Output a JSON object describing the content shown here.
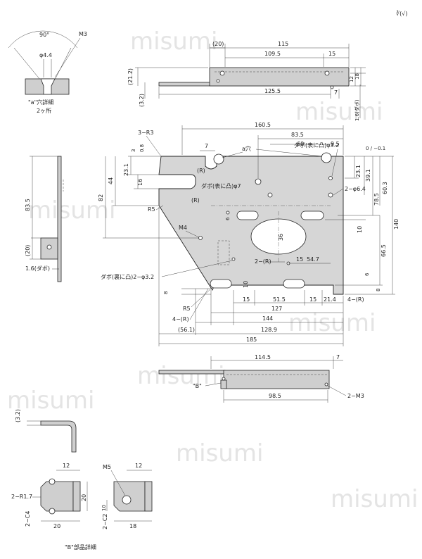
{
  "watermark": "misumi",
  "surface_mark": "∛(√)",
  "detail_a": {
    "angle": "90°",
    "thread": "M3",
    "bore": "φ4.4",
    "caption": "\"a\"穴詳細",
    "count": "2ヶ所"
  },
  "top_view": {
    "d_20": "(20)",
    "d_115": "115",
    "d_109_5": "109.5",
    "d_15": "15",
    "d_21_2": "(21.2)",
    "d_12": "12",
    "d_18": "18",
    "d_3_2": "(3.2)",
    "d_125_5": "125.5",
    "d_7": "7",
    "d_thk": "1.6(ダボ)"
  },
  "main_view": {
    "d_160_5": "160.5",
    "d_83_5": "83.5",
    "d_60": "60",
    "d_9_5": "9.5",
    "r3": "3−R3",
    "d_7": "7",
    "a_hole": "a穴",
    "dowel_front": "ダボ(表に凸)φ3.2",
    "tol_dowel": "0 / −0.1",
    "d_3": "3",
    "d_0_8": "0.8",
    "r_label": "(R)",
    "d_23_1": "23.1",
    "d_44": "44",
    "d_16": "16",
    "d_82": "82",
    "dowel_front_7": "ダボ(表に凸)φ7",
    "two_64": "2−φ6.4",
    "d_39_1": "39.1",
    "d_60_3": "60.3",
    "d_78_5": "78.5",
    "d_140": "140",
    "r5": "R5",
    "m4": "M4",
    "d_6": "6",
    "d_36": "36",
    "d_10": "10",
    "two_r": "2−(R)",
    "d_15": "15",
    "d_54_7": "54.7",
    "d_66_5": "66.5",
    "dowel_back": "ダボ(裏に凸)2−φ3.2",
    "d_8": "8",
    "d_51_5": "51.5",
    "d_21_4": "21.4",
    "four_r": "4−(R)",
    "d_127": "127",
    "d_144": "144",
    "d_56_1": "(56.1)",
    "d_128_9": "128.9",
    "d_185": "185"
  },
  "left_view": {
    "d_83_5": "83.5",
    "d_20": "(20)",
    "d_thk": "1.6(ダボ)"
  },
  "bottom_view": {
    "d_114_5": "114.5",
    "d_7": "7",
    "b_label": "\"B\"",
    "d_98_5": "98.5",
    "m3": "2−M3"
  },
  "detail_b": {
    "d_3_2": "(3.2)",
    "d_12a": "12",
    "d_12b": "12",
    "m5": "M5",
    "r17": "2−R1.7",
    "d_20v": "20",
    "d_10": "10",
    "c4": "2−C4",
    "c2": "2−C2",
    "d_20h": "20",
    "d_18": "18",
    "caption": "\"B\"部品詳細"
  }
}
